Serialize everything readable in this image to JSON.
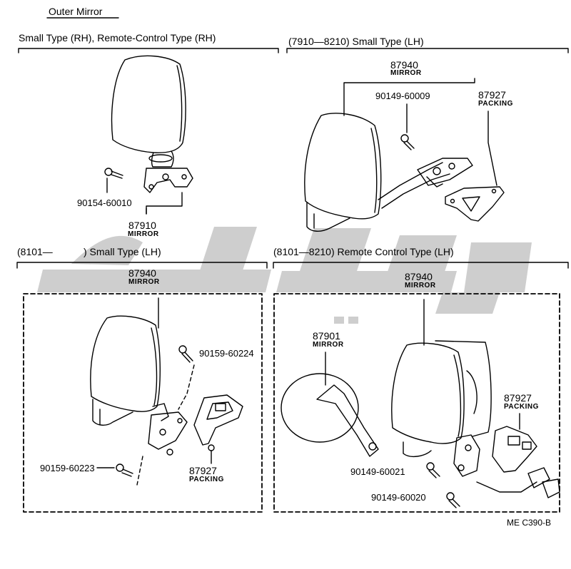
{
  "title": "Outer Mirror",
  "sections": {
    "top_left": {
      "heading": "Small Type (RH), Remote-Control Type (RH)"
    },
    "top_right": {
      "heading": "(7910—8210) Small Type (LH)"
    },
    "bottom_left": {
      "heading_start": "(8101—",
      "heading_end": ") Small Type (LH)"
    },
    "bottom_right": {
      "heading": "(8101—8210) Remote Control Type (LH)"
    }
  },
  "parts": {
    "tl_bolt": "90154-60010",
    "tl_mirror_num": "87910",
    "tl_mirror_name": "MIRROR",
    "tr_mirror_num": "87940",
    "tr_mirror_name": "MIRROR",
    "tr_bolt": "90149-60009",
    "tr_packing_num": "87927",
    "tr_packing_name": "PACKING",
    "bl_mirror_num": "87940",
    "bl_mirror_name": "MIRROR",
    "bl_bolt_upper": "90159-60224",
    "bl_bolt_lower": "90159-60223",
    "bl_packing_num": "87927",
    "bl_packing_name": "PACKING",
    "br_mirror_num": "87940",
    "br_mirror_name": "MIRROR",
    "br_round_mirror_num": "87901",
    "br_round_mirror_name": "MIRROR",
    "br_packing_num": "87927",
    "br_packing_name": "PACKING",
    "br_bolt_upper": "90149-60021",
    "br_bolt_lower": "90149-60020"
  },
  "footer": {
    "code": "ME  C390-B"
  },
  "colors": {
    "ink": "#000000",
    "watermark": "#c8c8c8",
    "paper": "#ffffff"
  }
}
